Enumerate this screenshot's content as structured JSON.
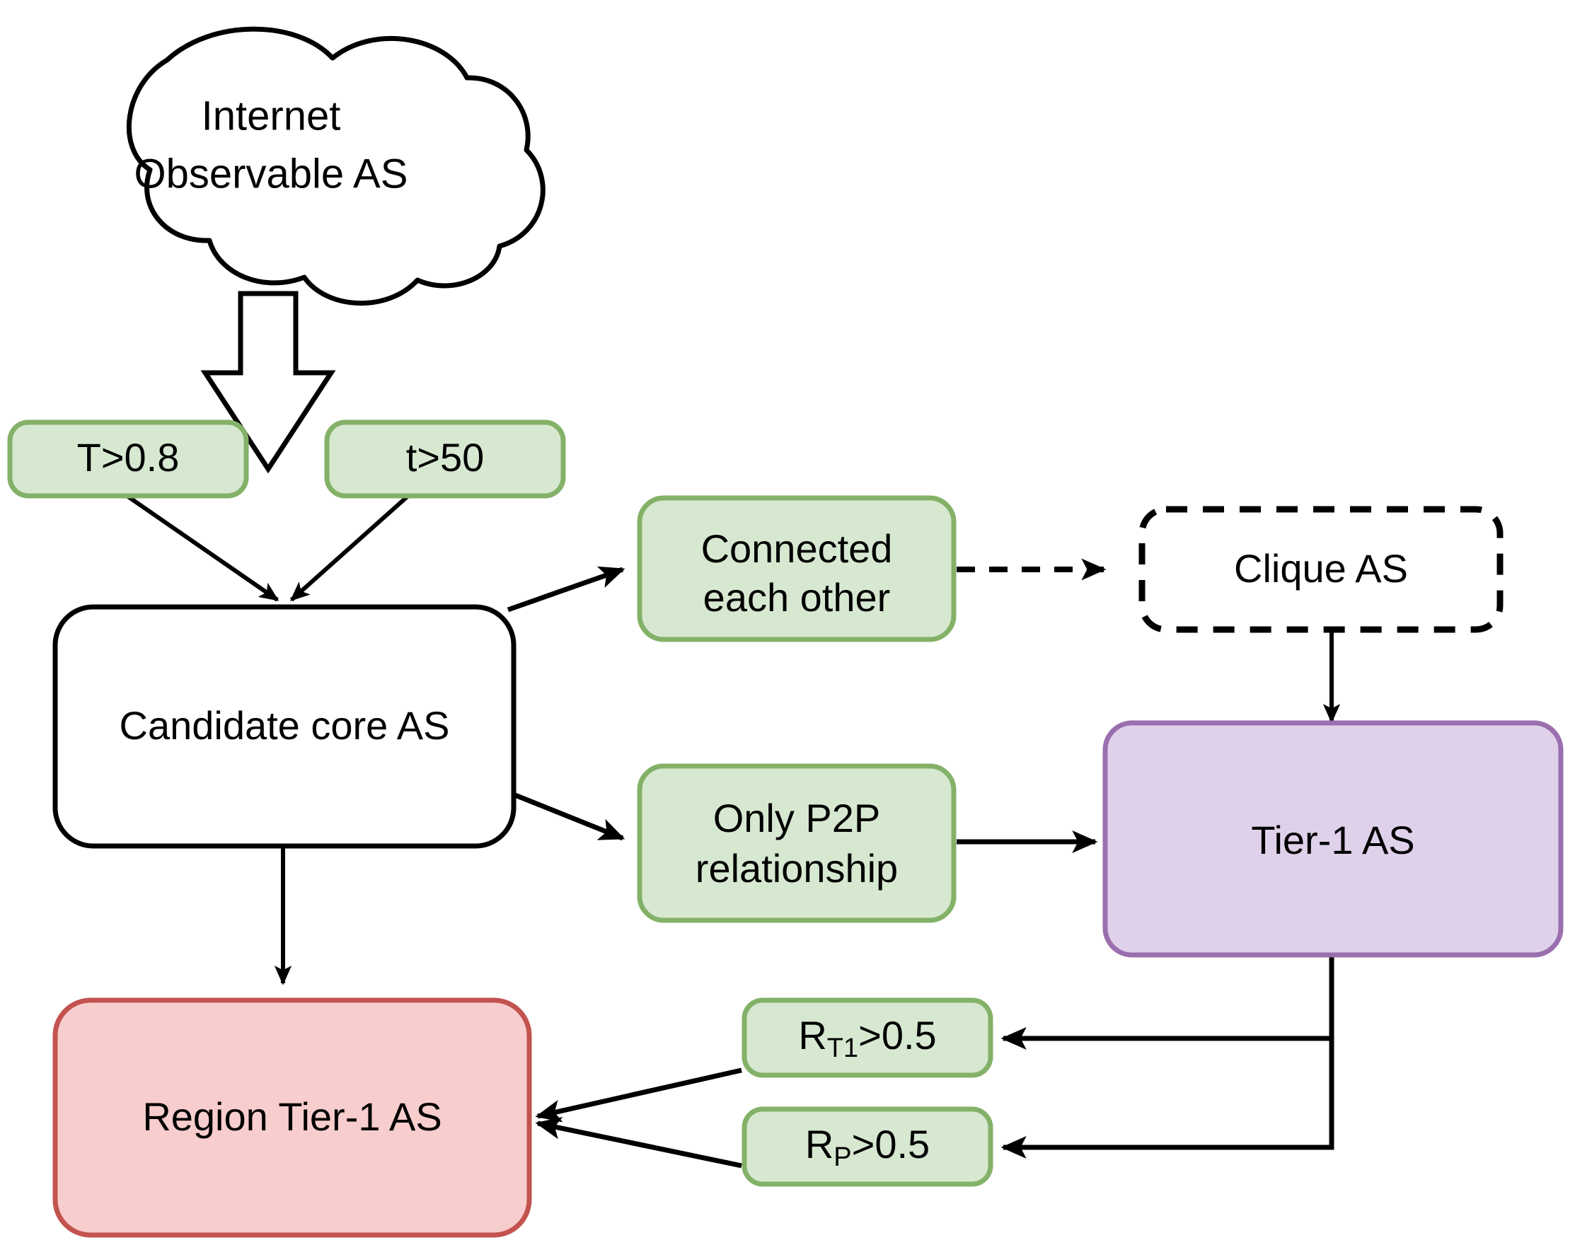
{
  "diagram": {
    "title": "Tier-1 AS identification flowchart",
    "colors": {
      "green_fill": "#d7e8d1",
      "green_stroke": "#84b168",
      "purple_fill": "#e0d1ea",
      "purple_stroke": "#9a6fae",
      "red_fill": "#f8cdcd",
      "red_stroke": "#c2534f",
      "white_fill": "#ffffff",
      "line": "#000000"
    },
    "nodes": {
      "source_cloud": {
        "shape": "cloud",
        "line1": "Internet",
        "line2": "Observable AS"
      },
      "cond_t_big": {
        "shape": "rounded-rect-green",
        "label": "T>0.8"
      },
      "cond_t_small": {
        "shape": "rounded-rect-green",
        "label": "t>50"
      },
      "candidate_core": {
        "shape": "rounded-rect-white",
        "label": "Candidate core AS"
      },
      "connected_each_other": {
        "shape": "rounded-rect-green",
        "line1": "Connected",
        "line2": "each other"
      },
      "clique_as": {
        "shape": "rounded-rect-dashed",
        "label": "Clique AS"
      },
      "only_p2p": {
        "shape": "rounded-rect-green",
        "line1": "Only P2P",
        "line2": "relationship"
      },
      "tier1_as": {
        "shape": "rounded-rect-purple",
        "label": "Tier-1 AS"
      },
      "cond_rt1": {
        "shape": "rounded-rect-green",
        "base": "R",
        "sub": "T1",
        "rest": ">0.5"
      },
      "cond_rp": {
        "shape": "rounded-rect-green",
        "base": "R",
        "sub": "P",
        "rest": ">0.5"
      },
      "region_tier1": {
        "shape": "rounded-rect-red",
        "label": "Region Tier-1 AS"
      }
    },
    "edges": [
      {
        "from": "source_cloud",
        "to": "candidate_core",
        "style": "block-arrow"
      },
      {
        "from": "cond_t_big",
        "to": "candidate_core",
        "style": "solid-arrow"
      },
      {
        "from": "cond_t_small",
        "to": "candidate_core",
        "style": "solid-arrow"
      },
      {
        "from": "candidate_core",
        "to": "connected_each_other",
        "style": "solid-arrow"
      },
      {
        "from": "candidate_core",
        "to": "only_p2p",
        "style": "solid-arrow"
      },
      {
        "from": "candidate_core",
        "to": "region_tier1",
        "style": "solid-arrow"
      },
      {
        "from": "connected_each_other",
        "to": "clique_as",
        "style": "dashed-arrow"
      },
      {
        "from": "clique_as",
        "to": "tier1_as",
        "style": "solid-arrow"
      },
      {
        "from": "only_p2p",
        "to": "tier1_as",
        "style": "solid-arrow"
      },
      {
        "from": "tier1_as",
        "to": "cond_rt1",
        "style": "solid-arrow"
      },
      {
        "from": "tier1_as",
        "to": "cond_rp",
        "style": "solid-arrow"
      },
      {
        "from": "cond_rt1",
        "to": "region_tier1",
        "style": "solid-arrow"
      },
      {
        "from": "cond_rp",
        "to": "region_tier1",
        "style": "solid-arrow"
      }
    ]
  }
}
